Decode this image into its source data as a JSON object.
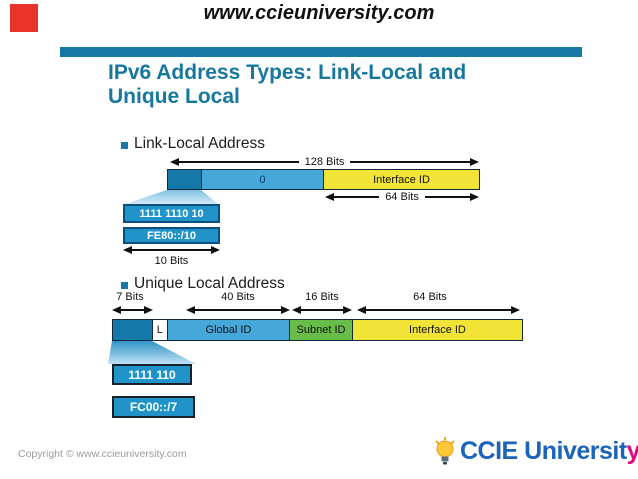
{
  "page": {
    "url_header": "www.ccieuniversity.com",
    "title_line1": "IPv6 Address Types: Link-Local and",
    "title_line2": "Unique Local"
  },
  "colors": {
    "accent_teal": "#1878a8",
    "seg_dark_teal": "#1478a8",
    "seg_light_blue": "#46a8d8",
    "seg_yellow": "#f2e437",
    "seg_green": "#68bd4a",
    "box_blue": "#2093c8",
    "red_square": "#e9342b",
    "logo_blue": "#1b64b9",
    "logo_magenta": "#e5077e"
  },
  "link_local": {
    "heading": "Link-Local Address",
    "arrow_128_label": "128 Bits",
    "segments": [
      {
        "label": ""
      },
      {
        "label": "0"
      },
      {
        "label": "Interface ID"
      }
    ],
    "arrow_64_label": "64 Bits",
    "binary_box": "1111 1110 10",
    "prefix_box": "FE80::/10",
    "arrow_10_label": "10 Bits"
  },
  "unique_local": {
    "heading": "Unique Local Address",
    "bit_labels": [
      "7 Bits",
      "40 Bits",
      "16 Bits",
      "64 Bits"
    ],
    "segments": [
      {
        "label": ""
      },
      {
        "label": "L"
      },
      {
        "label": "Global ID"
      },
      {
        "label": "Subnet ID"
      },
      {
        "label": "Interface ID"
      }
    ],
    "binary_box": "1111 110",
    "prefix_box": "FC00::/7"
  },
  "footer": {
    "copyright": "Copyright © www.ccieuniversity.com",
    "logo_text_main": "CCIE Universit",
    "logo_text_accent": "y"
  }
}
